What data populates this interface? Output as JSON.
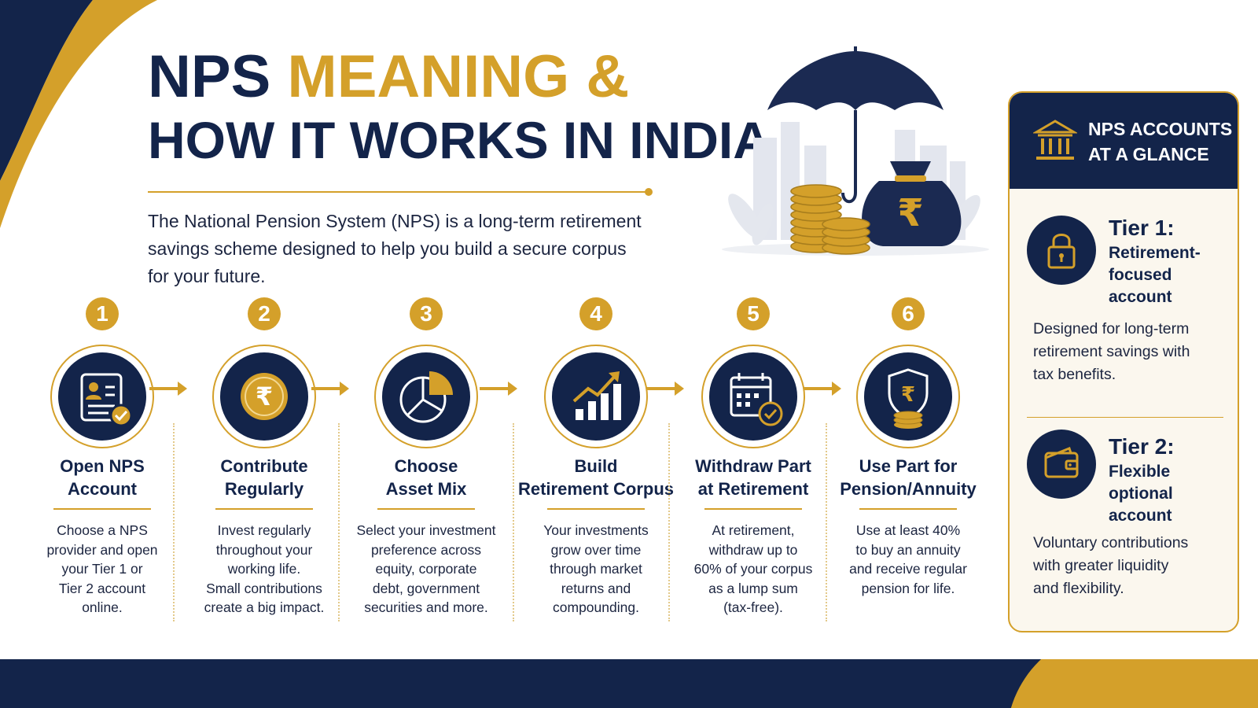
{
  "colors": {
    "navy": "#13244a",
    "gold": "#d4a02a",
    "cream": "#fbf7ee"
  },
  "header": {
    "title_part1": "NPS",
    "title_part2": "MEANING &",
    "title_line2": "HOW IT WORKS IN INDIA",
    "intro": "The National Pension System (NPS) is a long-term retirement savings scheme designed to help you build a secure corpus for your future."
  },
  "hero": {
    "icons": [
      "umbrella-icon",
      "rupee-money-bag-icon",
      "coin-stack-icon",
      "city-skyline-icon"
    ],
    "bag_symbol": "₹"
  },
  "steps": [
    {
      "number": "1",
      "title_l1": "Open NPS",
      "title_l2": "Account",
      "icon": "id-card-check-icon",
      "desc": [
        "Choose a NPS",
        "provider and open",
        "your Tier 1 or",
        "Tier 2 account",
        "online."
      ]
    },
    {
      "number": "2",
      "title_l1": "Contribute",
      "title_l2": "Regularly",
      "icon": "rupee-coin-icon",
      "desc": [
        "Invest regularly",
        "throughout your",
        "working life.",
        "Small contributions",
        "create a big impact."
      ]
    },
    {
      "number": "3",
      "title_l1": "Choose",
      "title_l2": "Asset Mix",
      "icon": "pie-chart-icon",
      "desc": [
        "Select your investment",
        "preference across",
        "equity, corporate",
        "debt, government",
        "securities and more."
      ]
    },
    {
      "number": "4",
      "title_l1": "Build",
      "title_l2": "Retirement Corpus",
      "icon": "growth-chart-icon",
      "desc": [
        "Your investments",
        "grow over time",
        "through market",
        "returns and",
        "compounding."
      ]
    },
    {
      "number": "5",
      "title_l1": "Withdraw Part",
      "title_l2": "at Retirement",
      "icon": "calendar-check-icon",
      "desc": [
        "At retirement,",
        "withdraw up to",
        "60% of your corpus",
        "as a lump sum",
        "(tax-free)."
      ]
    },
    {
      "number": "6",
      "title_l1": "Use Part for",
      "title_l2": "Pension/Annuity",
      "icon": "rupee-shield-icon",
      "desc": [
        "Use at least 40%",
        "to buy an annuity",
        "and receive regular",
        "pension for life."
      ]
    }
  ],
  "panel": {
    "title_l1": "NPS ACCOUNTS",
    "title_l2": "AT A GLANCE",
    "icon": "bank-building-icon",
    "tier1": {
      "name": "Tier 1:",
      "sub": [
        "Retirement-",
        "focused",
        "account"
      ],
      "icon": "padlock-icon",
      "desc": [
        "Designed for long-term",
        "retirement savings with",
        "tax benefits."
      ]
    },
    "tier2": {
      "name": "Tier 2:",
      "sub": [
        "Flexible",
        "optional",
        "account"
      ],
      "icon": "wallet-icon",
      "desc": [
        "Voluntary contributions",
        "with greater liquidity",
        "and flexibility."
      ]
    }
  }
}
